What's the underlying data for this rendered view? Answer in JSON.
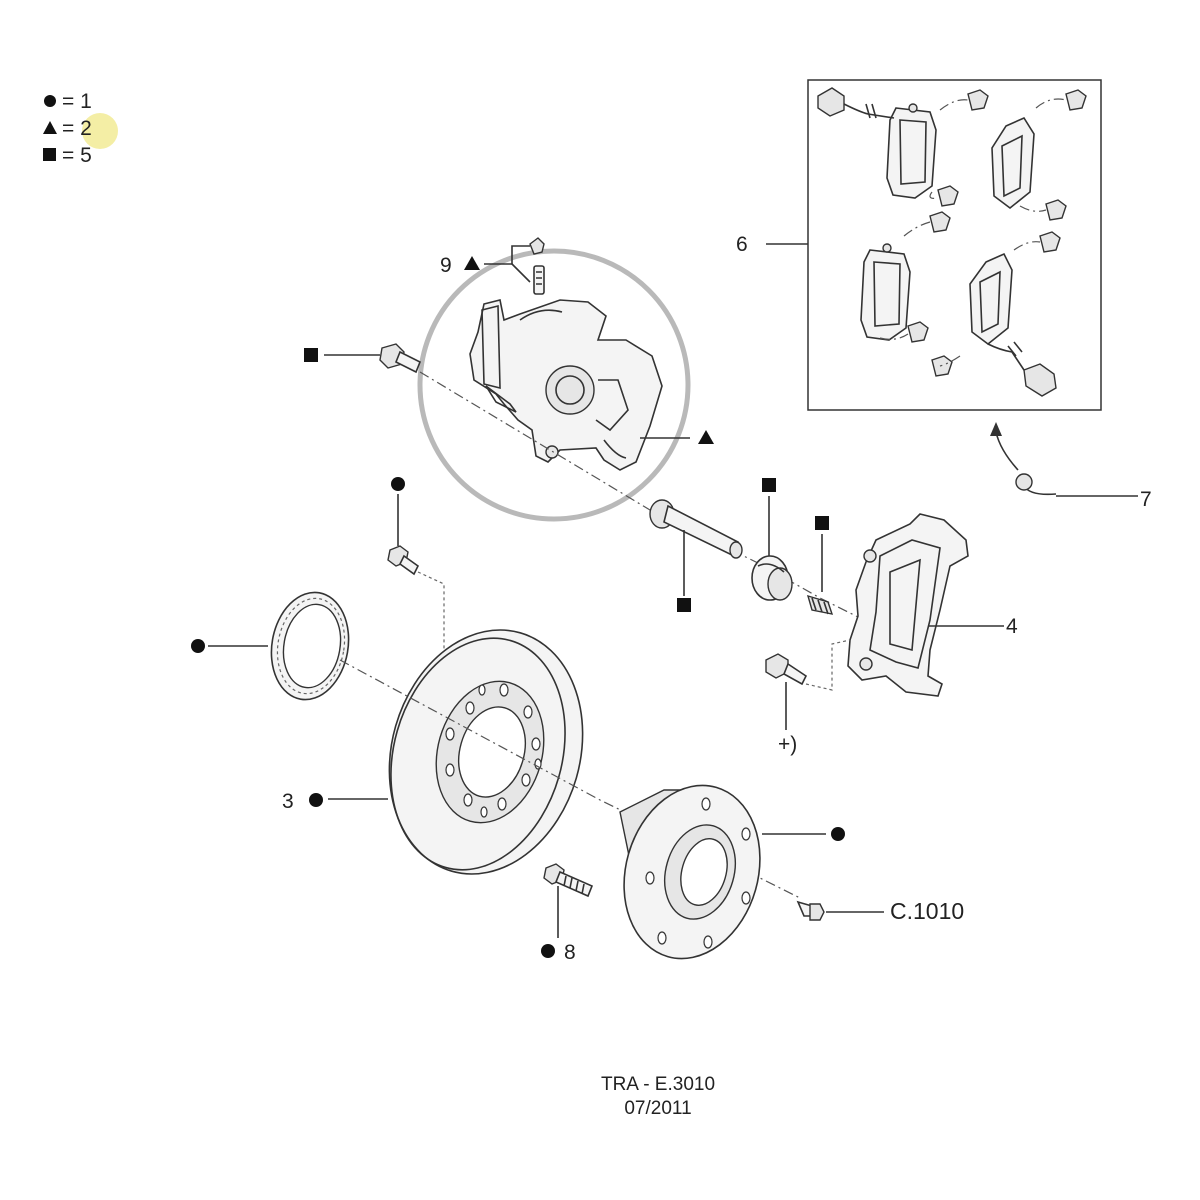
{
  "legend": [
    {
      "symbol": "circle-icon",
      "text": "= 1"
    },
    {
      "symbol": "triangle-icon",
      "text": "= 2"
    },
    {
      "symbol": "square-icon",
      "text": "= 5"
    }
  ],
  "labels": {
    "pads": "6",
    "wear_sensor": "7",
    "bleed_screw": "9",
    "carrier": "4",
    "torque_note": "+)",
    "disc": "3",
    "wheel_stud": "8",
    "reference": "C.1010"
  },
  "footer": {
    "line1": "TRA - E.3010",
    "line2": "07/2011"
  },
  "colors": {
    "highlight_marker": "#f3ec9b",
    "focus_circle": "#b9b9b9"
  }
}
